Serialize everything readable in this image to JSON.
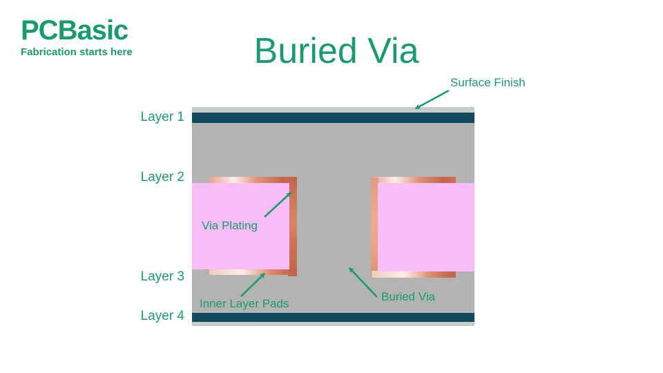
{
  "title": "Buried Via",
  "logo": {
    "brand_bold": "PCB",
    "brand_rest": "asic",
    "tagline": "Fabrication starts here"
  },
  "layer_labels": [
    "Layer 1",
    "Layer 2",
    "Layer 3",
    "Layer 4"
  ],
  "annotations": {
    "surface_finish": "Surface Finish",
    "via_plating": "Via Plating",
    "inner_layer_pads": "Inner Layer Pads",
    "buried_via": "Buried Via"
  },
  "colors": {
    "brand_green": "#1a9b6b",
    "layer_copper_teal": "#11495d",
    "substrate_gray": "#b2b4b2",
    "surface_finish_gray": "#c6cbcc",
    "core_pink": "#fbbdf8",
    "copper_dark": "#c2654a",
    "copper_mid": "#edaa8c",
    "copper_light": "#fdeee8"
  }
}
